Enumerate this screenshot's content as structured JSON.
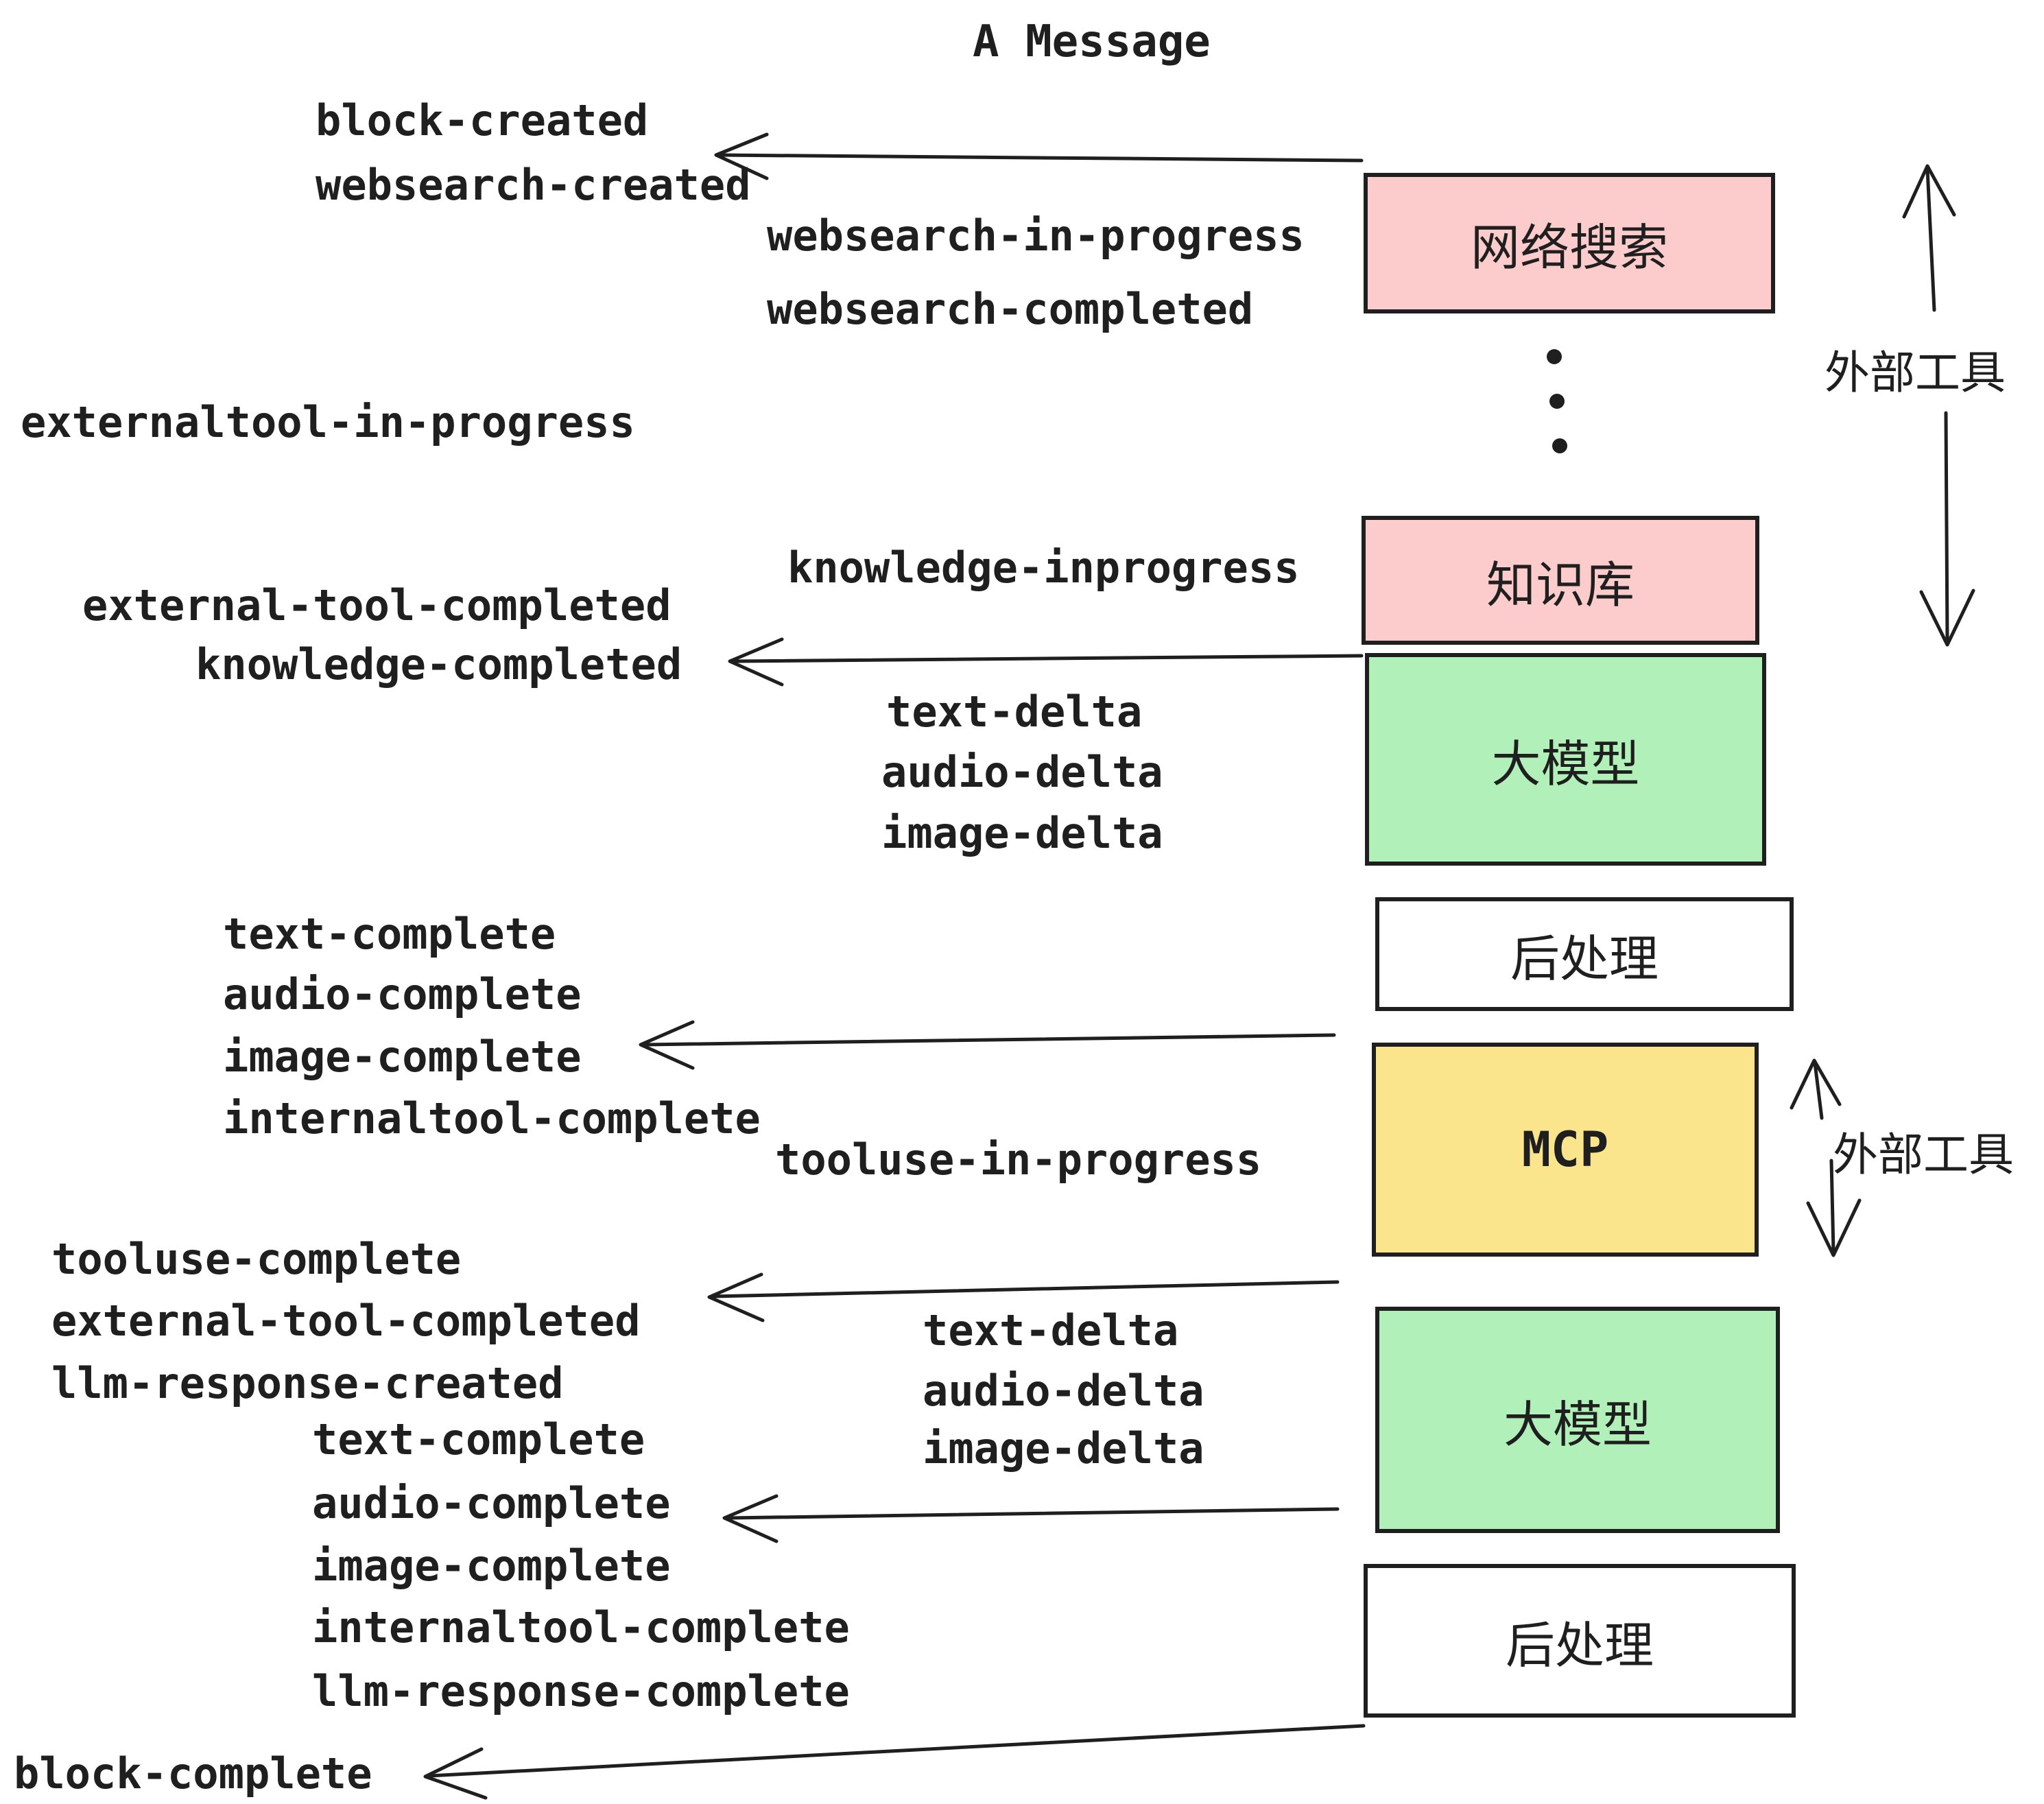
{
  "title": "A Message",
  "events": [
    {
      "label": "block-created"
    },
    {
      "label": "websearch-created"
    },
    {
      "label": "websearch-in-progress"
    },
    {
      "label": "websearch-completed"
    },
    {
      "label": "externaltool-in-progress"
    },
    {
      "label": "knowledge-inprogress"
    },
    {
      "label": "external-tool-completed"
    },
    {
      "label": "knowledge-completed"
    },
    {
      "label": "text-delta"
    },
    {
      "label": "audio-delta"
    },
    {
      "label": "image-delta"
    },
    {
      "label": "text-complete"
    },
    {
      "label": "audio-complete"
    },
    {
      "label": "image-complete"
    },
    {
      "label": "internaltool-complete"
    },
    {
      "label": "tooluse-in-progress"
    },
    {
      "label": "tooluse-complete"
    },
    {
      "label": "external-tool-completed"
    },
    {
      "label": "llm-response-created"
    },
    {
      "label": "text-complete"
    },
    {
      "label": "audio-complete"
    },
    {
      "label": "image-complete"
    },
    {
      "label": "internaltool-complete"
    },
    {
      "label": "llm-response-complete"
    },
    {
      "label": "block-complete"
    }
  ],
  "boxes": [
    {
      "id": "websearch",
      "label": "网络搜索",
      "fill": "#fccbcb"
    },
    {
      "id": "knowledge",
      "label": "知识库",
      "fill": "#fccbcb"
    },
    {
      "id": "llm-1",
      "label": "大模型",
      "fill": "#b2f0ba"
    },
    {
      "id": "postprocess-1",
      "label": "后处理",
      "fill": "#ffffff"
    },
    {
      "id": "mcp",
      "label": "MCP",
      "fill": "#fae58d"
    },
    {
      "id": "llm-2",
      "label": "大模型",
      "fill": "#b2f0ba"
    },
    {
      "id": "postprocess-2",
      "label": "后处理",
      "fill": "#ffffff"
    }
  ],
  "side_labels": [
    {
      "label": "外部工具"
    },
    {
      "label": "外部工具"
    }
  ],
  "colors": {
    "ink": "#1f1f1f",
    "pink": "#fccbcb",
    "green": "#b2f0ba",
    "yellow": "#fae58d",
    "background": "#ffffff"
  }
}
